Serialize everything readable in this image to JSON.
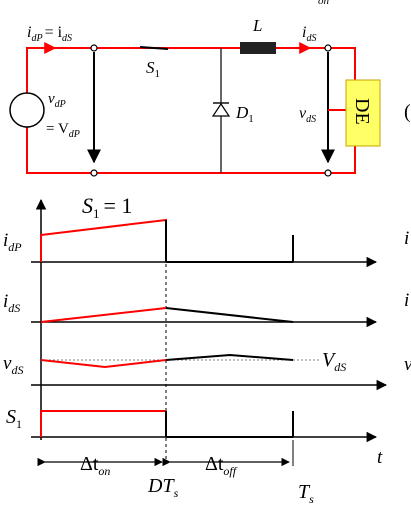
{
  "colors": {
    "circuit": "#ff0000",
    "waveform_high": "#ff0000",
    "waveform_low": "#000000",
    "de_block": "#ffff66"
  },
  "circuit": {
    "top_labels": {
      "i_dP": "i",
      "i_dP_sub": "dP",
      "eq": "= i",
      "i_dS_sub": "dS",
      "L": "L",
      "i_dS_right": "i",
      "i_dS_right_sub": "dS"
    },
    "source": {
      "v": "v",
      "v_sub": "dP",
      "eq": "= V",
      "V_sub": "dP"
    },
    "switch": {
      "S": "S",
      "S_sub": "1"
    },
    "diode": {
      "D": "D",
      "D_sub": "1"
    },
    "output": {
      "v": "v",
      "v_sub": "dS",
      "block": "DE"
    }
  },
  "waveforms": {
    "switch_state": {
      "S": "S",
      "S_sub": "1",
      "eq": "= 1"
    },
    "rows": [
      {
        "name": "i",
        "sub": "dP"
      },
      {
        "name": "i",
        "sub": "dS"
      },
      {
        "name": "v",
        "sub": "dS"
      },
      {
        "name": "S",
        "sub": "1"
      }
    ],
    "vds_ref": {
      "V": "V",
      "sub": "dS"
    },
    "time_axis": {
      "t": "t"
    },
    "intervals": {
      "ton": "Δt",
      "ton_sub": "on",
      "toff": "Δt",
      "toff_sub": "off",
      "DTs": "DT",
      "DTs_sub": "s",
      "Ts": "T",
      "Ts_sub": "s"
    }
  },
  "edge_fragments": {
    "top": "on"
  }
}
